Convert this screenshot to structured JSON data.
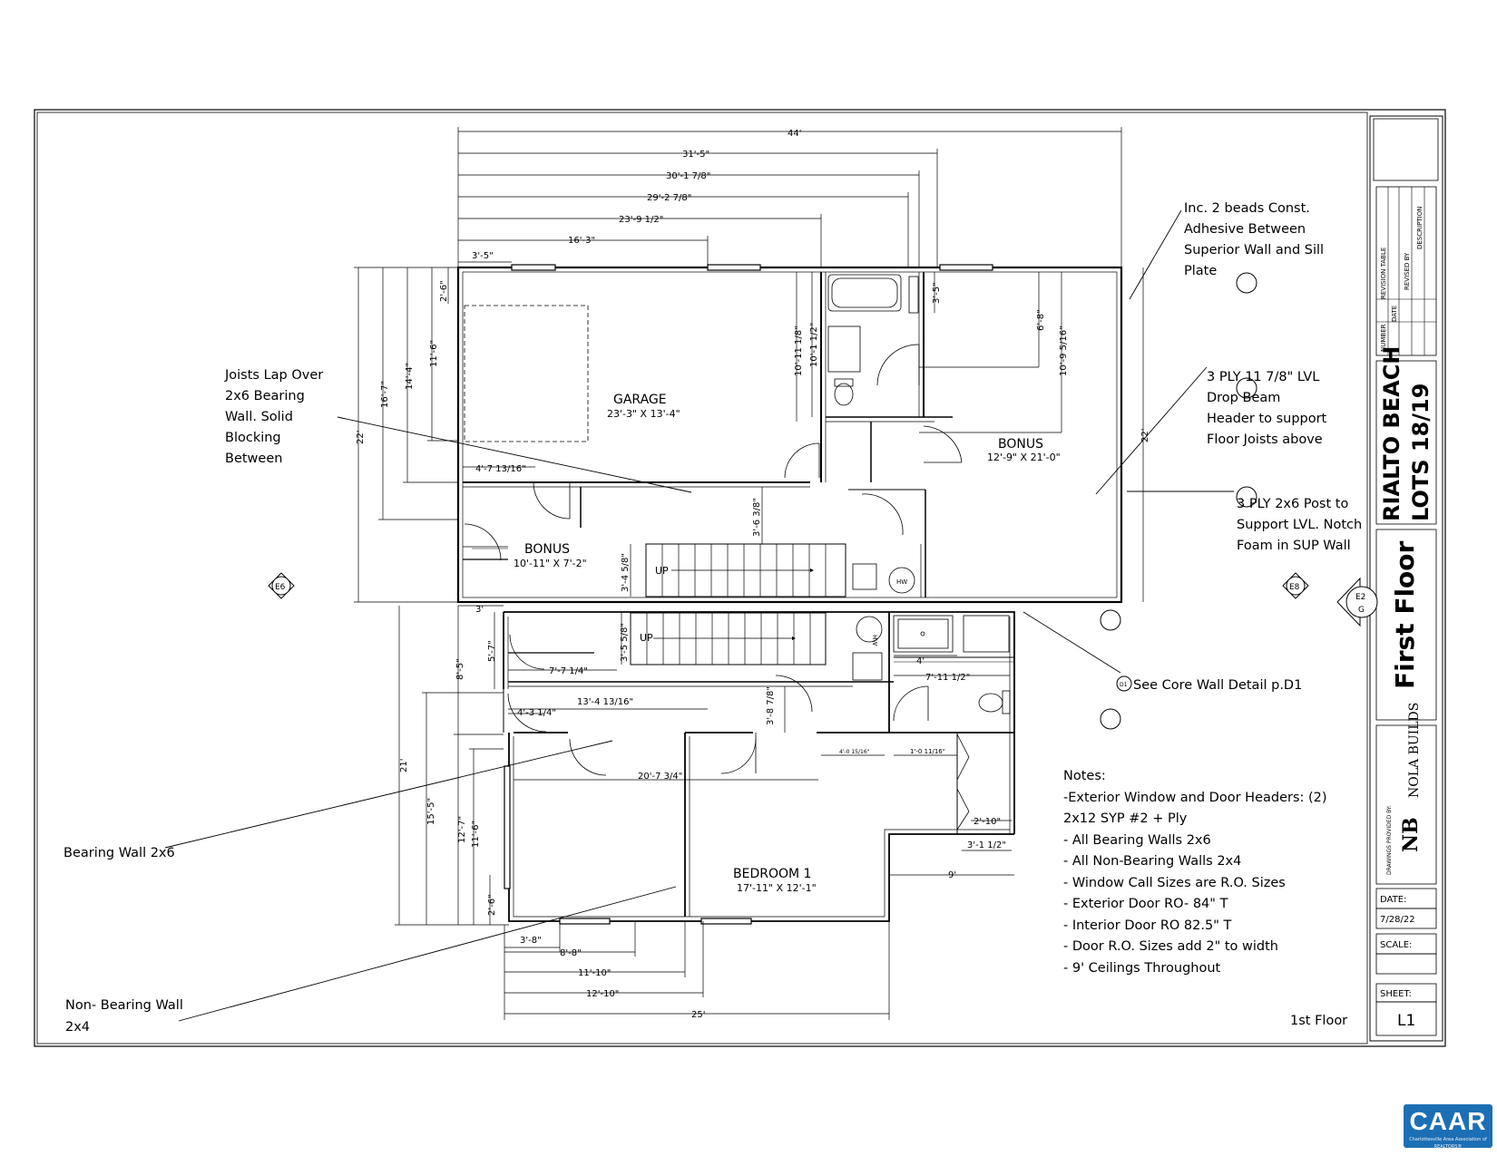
{
  "project": {
    "title": "RIALTO BEACH",
    "lots": "LOTS 18/19",
    "sheet_name": "First Floor",
    "floor_label": "1st Floor"
  },
  "title_block": {
    "revision_headers": [
      "NUMBER",
      "DATE",
      "REVISED BY",
      "DESCRIPTION"
    ],
    "revision_table_label": "REVISION TABLE",
    "drawings_provided_by": "DRAWINGS PROVIDED BY:",
    "company": "NOLA BUILDS",
    "logo_letters": "NB",
    "date_label": "DATE:",
    "date_value": "7/28/22",
    "scale_label": "SCALE:",
    "scale_value": "",
    "sheet_label": "SHEET:",
    "sheet_value": "L1"
  },
  "rooms": {
    "garage": {
      "name": "GARAGE",
      "size": "23'-3\" X 13'-4\""
    },
    "bonus_right": {
      "name": "BONUS",
      "size": "12'-9\" X 21'-0\""
    },
    "bonus_left": {
      "name": "BONUS",
      "size": "10'-11\" X 7'-2\""
    },
    "bedroom1": {
      "name": "BEDROOM 1",
      "size": "17'-11\" X 12'-1\""
    }
  },
  "fixtures": {
    "up1": "UP",
    "up2": "UP",
    "hw1": "HW",
    "hw2": "HW"
  },
  "dimensions": {
    "top_44": "44'",
    "top_31_5": "31'-5\"",
    "top_30_1": "30'-1 7/8\"",
    "top_29_2": "29'-2 7/8\"",
    "top_23_9": "23'-9 1/2\"",
    "top_16_3": "16'-3\"",
    "top_3_5": "3'-5\"",
    "left_22": "22'",
    "left_16_7": "16'-7\"",
    "left_14_4": "14'-4\"",
    "left_11_6": "11'-6\"",
    "left_2_6": "2'-6\"",
    "g_10_11": "10'-11 1/8\"",
    "g_10_1": "10'-1 1/2\"",
    "bath_3_5": "3'-5\"",
    "b_6_8": "6'-8\"",
    "b_10_9": "10'-9 5/16\"",
    "right_22": "22'",
    "g_4_7": "4'-7 13/16\"",
    "hall_3_6": "3'-6 3/8\"",
    "stair_3_4": "3'-4 5/8\"",
    "l_3": "3'",
    "l_21": "21'",
    "l_8_5": "8'-5\"",
    "l_5_7": "5'-7\"",
    "stair_3_5": "3'-5 5/8\"",
    "l_7_7": "7'-7 1/4\"",
    "l_13_4": "13'-4 13/16\"",
    "l_4_3": "4'-3 1/4\"",
    "l_3_8": "3'-8 7/8\"",
    "l_4": "4'",
    "l_7_11": "7'-11 1/2\"",
    "l_4_0": "4'-0 15/16\"",
    "l_1_0": "1'-0 11/16\"",
    "l_20_7": "20'-7 3/4\"",
    "l_15_5": "15'-5\"",
    "l_12_7": "12'-7\"",
    "l_11_6": "11'-6\"",
    "l_2_6b": "2'-6\"",
    "l_2_10": "2'-10\"",
    "l_3_1": "3'-1 1/2\"",
    "l_9": "9'",
    "b_3_8": "3'-8\"",
    "b_8_8": "8'-8\"",
    "b_11_10": "11'-10\"",
    "b_12_10": "12'-10\"",
    "b_25": "25'"
  },
  "callouts": {
    "adhesive": [
      "Inc. 2 beads Const.",
      "Adhesive Between",
      "Superior Wall and Sill",
      "Plate"
    ],
    "joists": [
      "Joists Lap Over",
      "2x6 Bearing",
      "Wall. Solid",
      "Blocking",
      "Between"
    ],
    "lvl": [
      "3 PLY 11 7/8\" LVL",
      "Drop Beam",
      "Header to support",
      "Floor Joists above"
    ],
    "post": [
      "3 PLY 2x6 Post to",
      "Support LVL. Notch",
      "Foam in SUP Wall"
    ],
    "core_wall": "See Core Wall Detail p.D1",
    "core_wall_tag": "D1",
    "bearing_wall": "Bearing Wall 2x6",
    "non_bearing": [
      "Non- Bearing Wall",
      "2x4"
    ]
  },
  "section_tags": {
    "e6": "E6",
    "e8": "E8",
    "e2": "E2",
    "g": "G"
  },
  "notes": {
    "heading": "Notes:",
    "items": [
      "-Exterior Window and Door Headers: (2)",
      "2x12 SYP #2 + Ply",
      "- All Bearing Walls 2x6",
      "- All Non-Bearing Walls 2x4",
      "- Window Call Sizes are R.O. Sizes",
      "- Exterior Door RO- 84\" T",
      "- Interior Door RO 82.5\" T",
      "- Door R.O. Sizes add 2\" to width",
      "- 9' Ceilings Throughout"
    ]
  },
  "badge": {
    "name": "CAAR",
    "subtitle": "Charlottesville Area Association of REALTORS®",
    "color": "#1d6fb5"
  }
}
